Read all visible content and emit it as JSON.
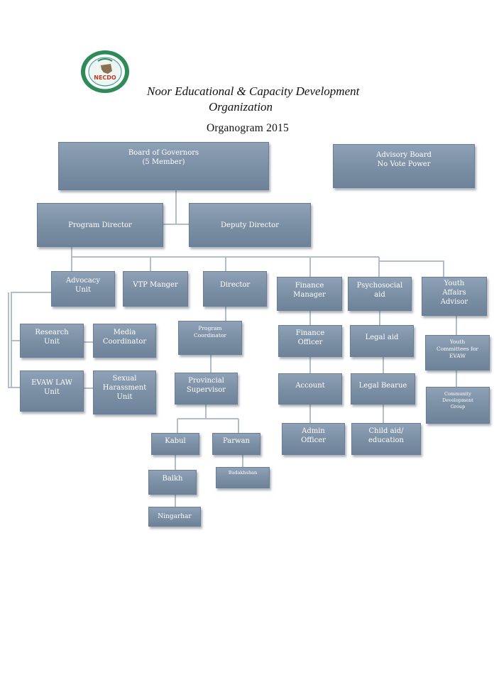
{
  "header": {
    "logo_text": "NECDO",
    "title_line1": "Noor Educational & Capacity Development",
    "title_line2": "Organization",
    "subtitle": "Organogram 2015"
  },
  "colors": {
    "box_fill": "#7a8ea4",
    "box_border": "#6a7d93",
    "connector": "#b0bdca",
    "logo_green": "#2e8b57",
    "logo_teal": "#2f9a8a"
  },
  "nodes": {
    "board": "Board of Governors\n(5 Member)",
    "advisory": "Advisory Board\nNo Vote Power",
    "program_director": "Program Director",
    "deputy_director": "Deputy Director",
    "advocacy": "Advocacy\nUnit",
    "vtp": "VTP Manger",
    "director": "Director",
    "finance_manager": "Finance\nManager",
    "psychosocial": "Psychosocial\naid",
    "youth_advisor": "Youth\nAffairs\nAdvisor",
    "research": "Research\nUnit",
    "media": "Media\nCoordinator",
    "evaw": "EVAW LAW\nUnit",
    "harassment": "Sexual\nHarassment\nUnit",
    "program_coordinator": "Program\nCoordinator",
    "provincial": "Provincial\nSupervisor",
    "kabul": "Kabul",
    "parwan": "Parwan",
    "balkh": "Balkh",
    "badakhshan": "Badakhshan",
    "ningarhar": "Ningarhar",
    "finance_officer": "Finance\nOfficer",
    "account": "Account",
    "admin": "Admin\nOfficer",
    "legal_aid": "Legal aid",
    "legal_bearue": "Legal Bearue",
    "child_aid": "Child aid/\neducation",
    "youth_committees": "Youth\nCommittees for\nEVAW",
    "community": "Community\nDevelopment\nGroup"
  }
}
